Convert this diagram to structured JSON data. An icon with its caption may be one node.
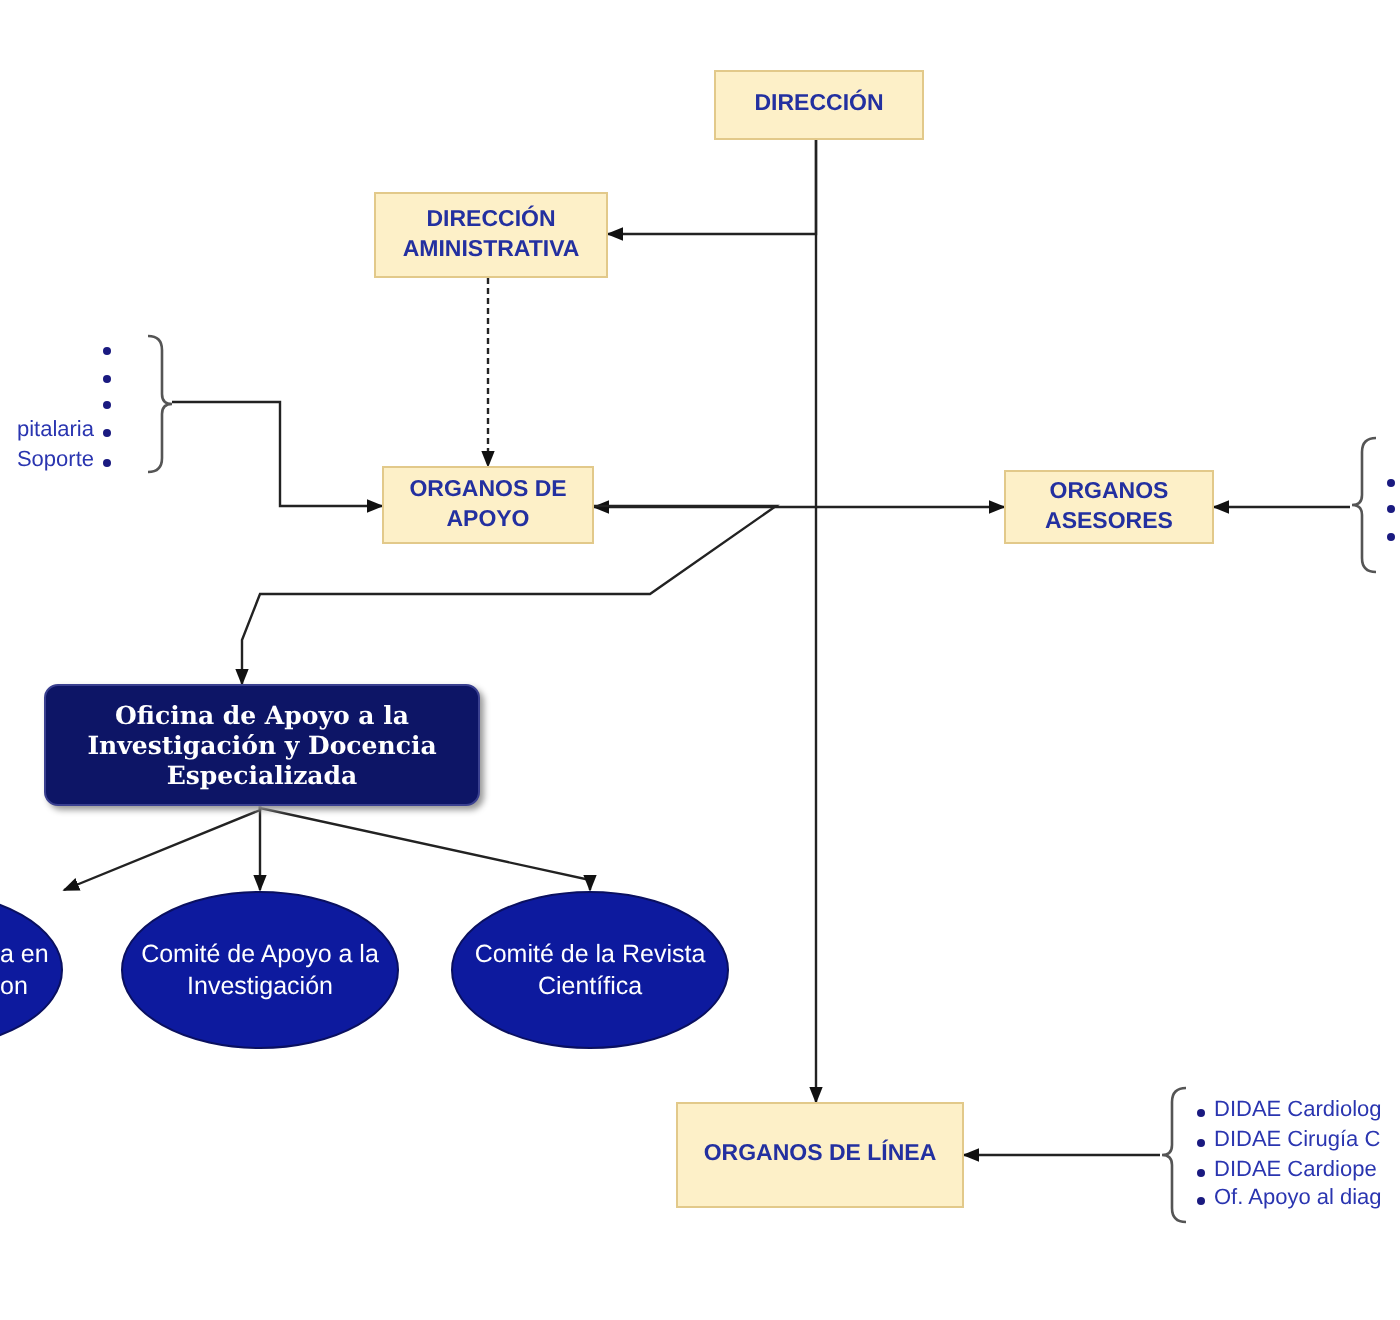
{
  "diagram": {
    "nodes": [
      {
        "text": [
          "DIRECCIÓN"
        ]
      },
      {
        "text": [
          "DIRECCIÓN AMINISTRATIVA"
        ]
      },
      {
        "text": [
          "ORGANOS DE APOYO"
        ]
      },
      {
        "text": [
          "ORGANOS ASESORES"
        ]
      },
      {
        "text": [
          "Oficina de Apoyo a la Investigación y Docencia Especializada"
        ]
      },
      {
        "text": [
          "a en on"
        ]
      },
      {
        "text": [
          "Comité de Apoyo a la Investigación"
        ]
      },
      {
        "text": [
          "Comité de la Revista Científica"
        ]
      },
      {
        "text": [
          "ORGANOS DE LÍNEA"
        ]
      },
      {
        "text": [
          "pitalaria",
          "Soporte"
        ]
      },
      {
        "text": [],
        "shape": "bracket"
      },
      {
        "text": [
          "DIDAE Cardiolog",
          "DIDAE Cirugía C",
          "DIDAE Cardiope",
          "Of. Apoyo al diag"
        ]
      }
    ],
    "edges": [
      {
        "from": 0,
        "to": 1,
        "arrow": "to"
      },
      {
        "from": 0,
        "to": 8,
        "arrow": "to"
      },
      {
        "from": 1,
        "to": 2,
        "arrow": "to",
        "style": "dashed"
      },
      {
        "from": 2,
        "to": 3,
        "arrow": "both"
      },
      {
        "from": 2,
        "to": 4,
        "arrow": "to"
      },
      {
        "from": 9,
        "to": 2,
        "arrow": "to"
      },
      {
        "from": 10,
        "to": 3,
        "arrow": "to"
      },
      {
        "from": 4,
        "to": 5,
        "arrow": "to"
      },
      {
        "from": 4,
        "to": 6,
        "arrow": "to"
      },
      {
        "from": 4,
        "to": 7,
        "arrow": "to"
      },
      {
        "from": 11,
        "to": 8,
        "arrow": "to"
      }
    ]
  }
}
